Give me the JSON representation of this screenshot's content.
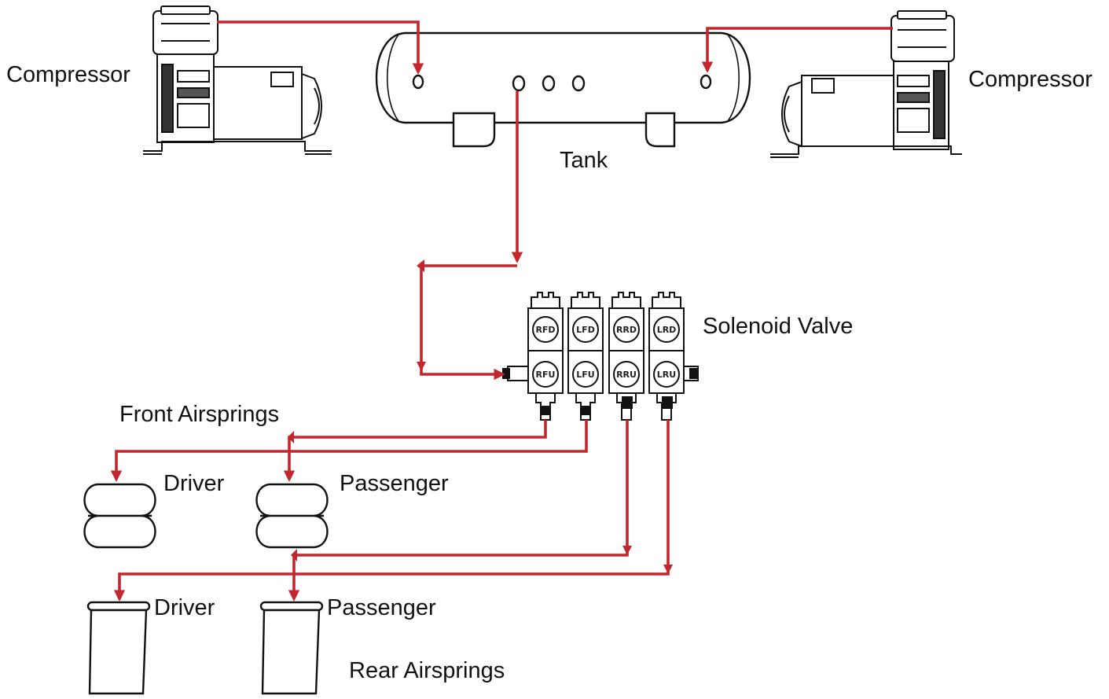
{
  "labels": {
    "compressor_left": "Compressor",
    "compressor_right": "Compressor",
    "tank": "Tank",
    "solenoid_valve": "Solenoid Valve",
    "front_airsprings": "Front Airsprings",
    "front_driver": "Driver",
    "front_passenger": "Passenger",
    "rear_driver": "Driver",
    "rear_passenger": "Passenger",
    "rear_airsprings": "Rear Airsprings"
  },
  "valve_codes": {
    "top": [
      "RFD",
      "LFD",
      "RRD",
      "LRD"
    ],
    "bottom": [
      "RFU",
      "LFU",
      "RRU",
      "LRU"
    ]
  },
  "colors": {
    "air_line": "#c1272d",
    "outline": "#111111",
    "background": "#ffffff"
  }
}
